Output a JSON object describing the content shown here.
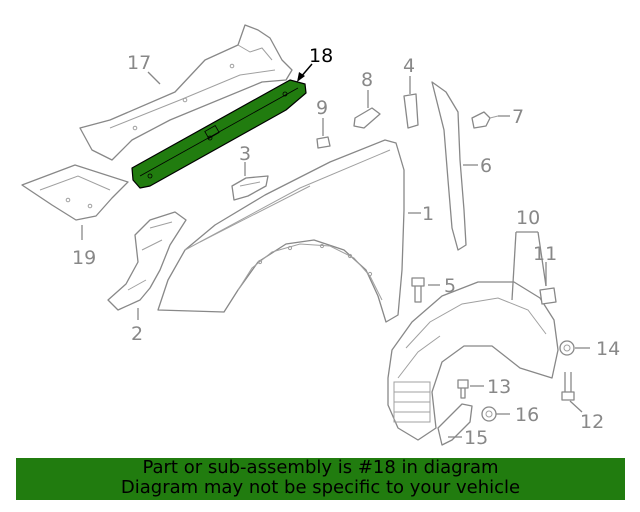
{
  "diagram": {
    "callouts": [
      {
        "id": "1",
        "label": "1"
      },
      {
        "id": "2",
        "label": "2"
      },
      {
        "id": "3",
        "label": "3"
      },
      {
        "id": "4",
        "label": "4"
      },
      {
        "id": "5",
        "label": "5"
      },
      {
        "id": "6",
        "label": "6"
      },
      {
        "id": "7",
        "label": "7"
      },
      {
        "id": "8",
        "label": "8"
      },
      {
        "id": "9",
        "label": "9"
      },
      {
        "id": "10",
        "label": "10"
      },
      {
        "id": "11",
        "label": "11"
      },
      {
        "id": "12",
        "label": "12"
      },
      {
        "id": "13",
        "label": "13"
      },
      {
        "id": "14",
        "label": "14"
      },
      {
        "id": "15",
        "label": "15"
      },
      {
        "id": "16",
        "label": "16"
      },
      {
        "id": "17",
        "label": "17"
      },
      {
        "id": "18",
        "label": "18"
      },
      {
        "id": "19",
        "label": "19"
      }
    ],
    "highlighted_part": "18",
    "highlight_color": "#217c0f",
    "line_color": "#888888"
  },
  "banner": {
    "line1": "Part or sub-assembly is #18 in diagram",
    "line2": "Diagram may not be specific to your vehicle",
    "background": "#217c0f"
  }
}
